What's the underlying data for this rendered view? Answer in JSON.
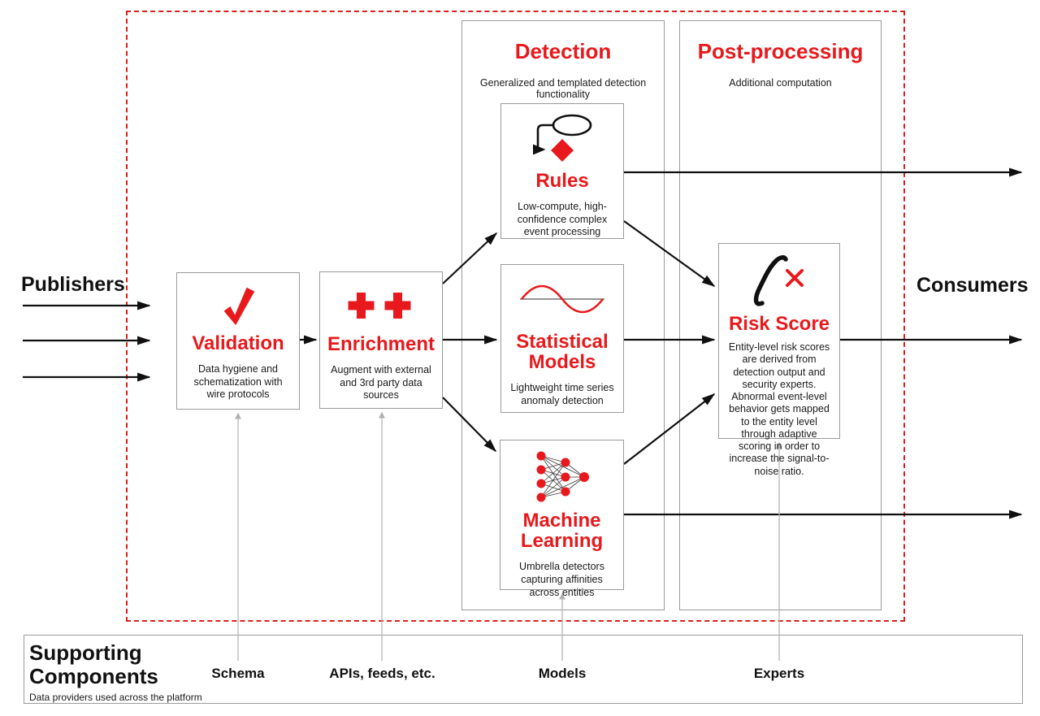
{
  "publishers_label": "Publishers",
  "consumers_label": "Consumers",
  "accent_color": "#e8191c",
  "sections": {
    "detection": {
      "title": "Detection",
      "subtitle": "Generalized and templated detection functionality"
    },
    "post_processing": {
      "title": "Post-processing",
      "subtitle": "Additional computation"
    }
  },
  "nodes": {
    "validation": {
      "title": "Validation",
      "description": "Data hygiene and schematization with wire protocols",
      "icon": "checkmark-icon"
    },
    "enrichment": {
      "title": "Enrichment",
      "description": "Augment with external and 3rd party data sources",
      "icon": "double-plus-icon"
    },
    "rules": {
      "title": "Rules",
      "description": "Low-compute, high-confidence complex event processing",
      "icon": "flowchart-ellipse-diamond-icon"
    },
    "statistical_models": {
      "title": "Statistical Models",
      "description": "Lightweight time series anomaly detection",
      "icon": "sine-wave-icon"
    },
    "machine_learning": {
      "title": "Machine Learning",
      "description": "Umbrella detectors capturing affinities across entities",
      "icon": "neural-network-icon"
    },
    "risk_score": {
      "title": "Risk Score",
      "description": "Entity-level risk scores are derived from detection output and security experts. Abnormal event-level behavior gets mapped to the entity level through adaptive scoring in order to increase the signal-to-noise ratio.",
      "icon": "integral-x-icon"
    }
  },
  "supporting": {
    "title": "Supporting Components",
    "subtitle": "Data providers used across the platform",
    "items": [
      {
        "label": "Schema"
      },
      {
        "label": "APIs, feeds, etc."
      },
      {
        "label": "Models"
      },
      {
        "label": "Experts"
      }
    ]
  }
}
